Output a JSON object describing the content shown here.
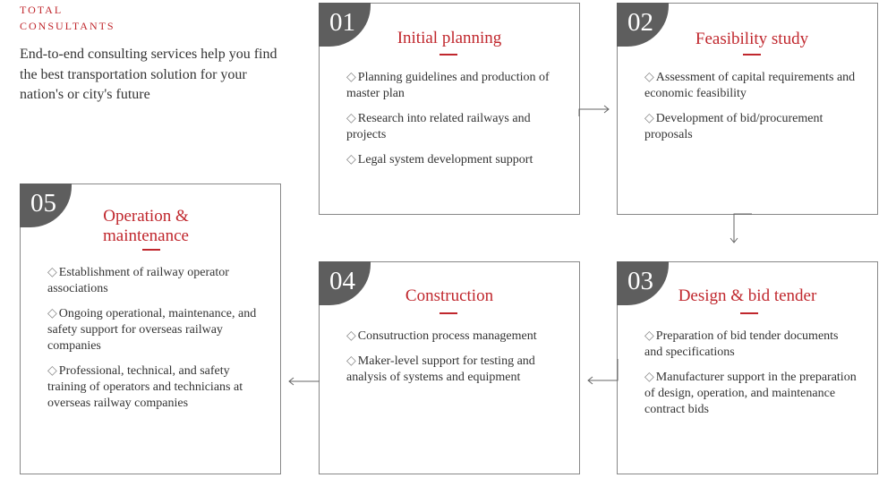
{
  "header": {
    "eyebrow_line1": "TOTAL",
    "eyebrow_line2": "CONSULTANTS",
    "intro": "End-to-end consulting services help you find the best transportation solution for your nation's or city's future"
  },
  "colors": {
    "accent": "#c0272d",
    "badge": "#5e5e5e",
    "border": "#888888"
  },
  "steps": [
    {
      "number": "01",
      "title": "Initial planning",
      "items": [
        "Planning guidelines and production of master plan",
        "Research into related railways and projects",
        "Legal system development support"
      ]
    },
    {
      "number": "02",
      "title": "Feasibility study",
      "items": [
        "Assessment of capital requirements and economic feasibility",
        "Development of bid/procurement proposals"
      ]
    },
    {
      "number": "03",
      "title": "Design & bid tender",
      "items": [
        "Preparation of bid tender documents and specifications",
        "Manufacturer support in the preparation of design, operation, and maintenance contract bids"
      ]
    },
    {
      "number": "04",
      "title": "Construction",
      "items": [
        "Consutruction process management",
        "Maker-level support for testing and analysis of systems and equipment"
      ]
    },
    {
      "number": "05",
      "title": "Operation & maintenance",
      "items": [
        "Establishment of railway operator associations",
        "Ongoing operational, maintenance, and safety support for overseas railway companies",
        "Professional, technical, and safety training of operators and technicians at overseas railway companies"
      ]
    }
  ],
  "diamond": "◇"
}
